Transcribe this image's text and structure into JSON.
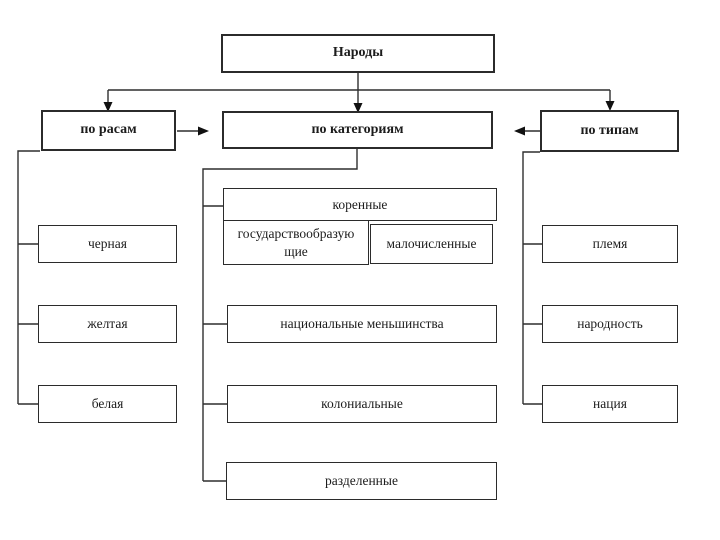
{
  "diagram": {
    "root_label": "Народы",
    "headers": {
      "races": "по расам",
      "categories": "по категориям",
      "types": "по типам"
    },
    "races_items": [
      "черная",
      "желтая",
      "белая"
    ],
    "categories_items": {
      "indigenous": "коренные",
      "state_forming": "государствообразую\nщие",
      "small_numbered": "малочисленные",
      "national_minorities": "национальные меньшинства",
      "colonial": "колониальные",
      "divided": "разделенные"
    },
    "types_items": [
      "племя",
      "народность",
      "нация"
    ],
    "colors": {
      "line": "#2f2f2f",
      "border": "#2b2b2b",
      "text": "#1c1c1c",
      "background": "#ffffff"
    }
  }
}
